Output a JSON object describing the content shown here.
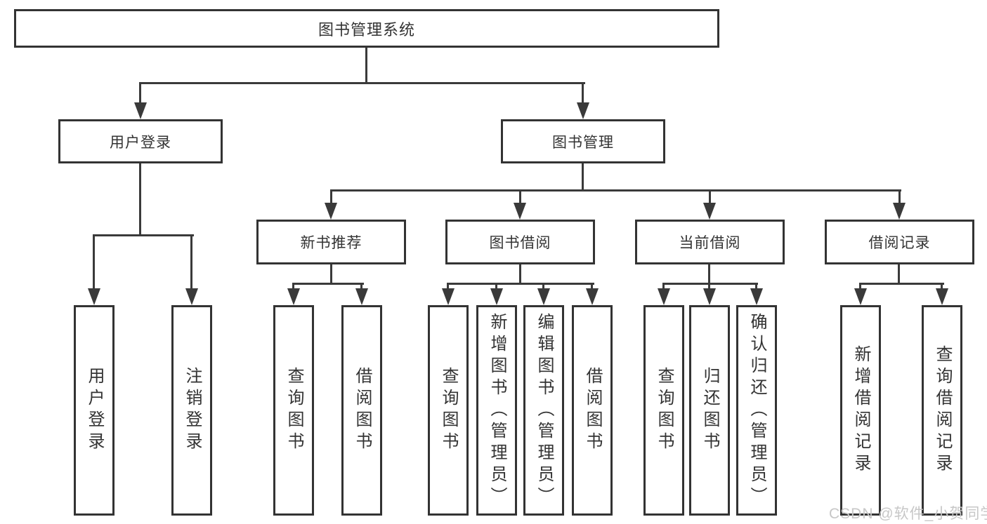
{
  "diagram": {
    "title": "图书管理系统",
    "branches": [
      {
        "label": "用户登录",
        "children": [
          {
            "label": "用户登录"
          },
          {
            "label": "注销登录"
          }
        ]
      },
      {
        "label": "图书管理",
        "children": [
          {
            "label": "新书推荐",
            "children": [
              {
                "label": "查询图书"
              },
              {
                "label": "借阅图书"
              }
            ]
          },
          {
            "label": "图书借阅",
            "children": [
              {
                "label": "查询图书"
              },
              {
                "label": "新增图书（管理员）"
              },
              {
                "label": "编辑图书（管理员）"
              },
              {
                "label": "借阅图书"
              }
            ]
          },
          {
            "label": "当前借阅",
            "children": [
              {
                "label": "查询图书"
              },
              {
                "label": "归还图书"
              },
              {
                "label": "确认归还（管理员）"
              }
            ]
          },
          {
            "label": "借阅记录",
            "children": [
              {
                "label": "新增借阅记录"
              },
              {
                "label": "查询借阅记录"
              }
            ]
          }
        ]
      }
    ]
  },
  "colors": {
    "line": "#3a3a3a",
    "border": "#333333",
    "text": "#333333",
    "watermark": "#c7c7c7"
  },
  "watermark": "CSDN @软件_小贺同学"
}
